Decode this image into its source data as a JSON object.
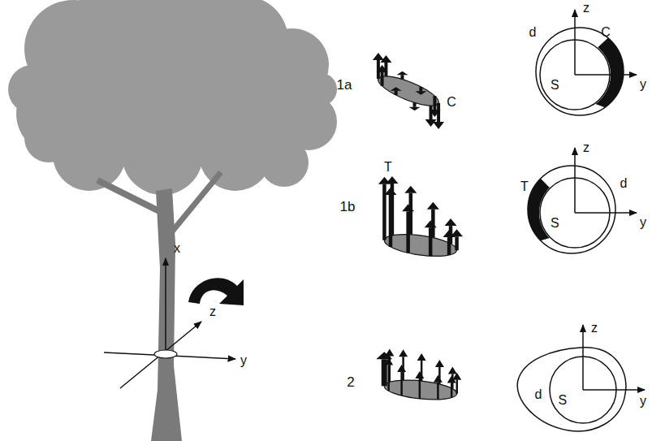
{
  "diagram": {
    "nodes": [
      {
        "text": [
          "S"
        ]
      },
      {
        "text": [
          "S"
        ]
      },
      {
        "text": [
          "S"
        ]
      }
    ],
    "labels": [
      "x",
      "z",
      "y",
      "1a",
      "C",
      "z",
      "d",
      "C",
      "y",
      "1b",
      "T",
      "z",
      "T",
      "d",
      "y",
      "2",
      "z",
      "d",
      "y"
    ]
  }
}
